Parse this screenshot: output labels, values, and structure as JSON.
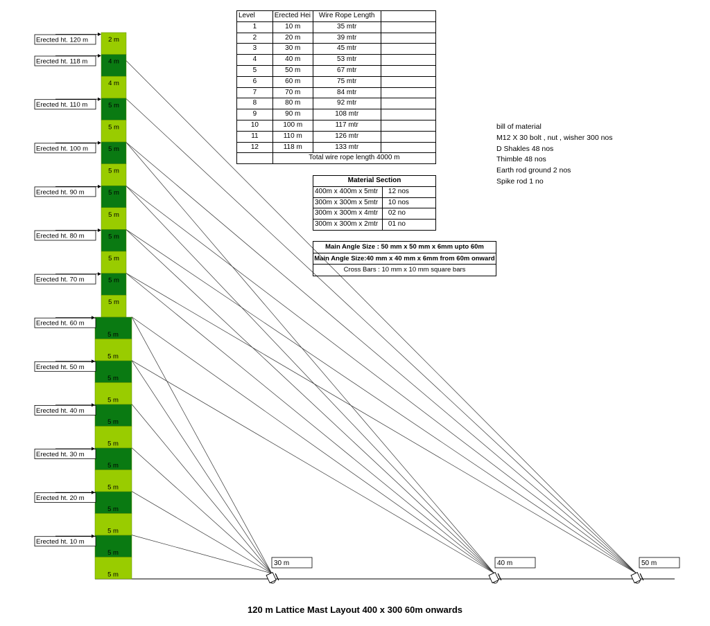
{
  "mast": {
    "upper_segments": [
      {
        "label": "2 m",
        "shade": "light"
      },
      {
        "label": "4 m",
        "shade": "dark"
      },
      {
        "label": "4 m",
        "shade": "light"
      },
      {
        "label": "5 m",
        "shade": "dark"
      },
      {
        "label": "5 m",
        "shade": "light"
      },
      {
        "label": "5 m",
        "shade": "dark"
      },
      {
        "label": "5 m",
        "shade": "light"
      },
      {
        "label": "5 m",
        "shade": "dark"
      },
      {
        "label": "5 m",
        "shade": "light"
      },
      {
        "label": "5 m",
        "shade": "dark"
      },
      {
        "label": "5 m",
        "shade": "light"
      },
      {
        "label": "5 m",
        "shade": "dark"
      },
      {
        "label": "5 m",
        "shade": "light"
      }
    ],
    "lower_segments": [
      {
        "label": "5 m",
        "shade": "dark"
      },
      {
        "label": "5 m",
        "shade": "light"
      },
      {
        "label": "5 m",
        "shade": "dark"
      },
      {
        "label": "5 m",
        "shade": "light"
      },
      {
        "label": "5 m",
        "shade": "dark"
      },
      {
        "label": "5 m",
        "shade": "light"
      },
      {
        "label": "5 m",
        "shade": "dark"
      },
      {
        "label": "5 m",
        "shade": "light"
      },
      {
        "label": "5 m",
        "shade": "dark"
      },
      {
        "label": "5 m",
        "shade": "light"
      },
      {
        "label": "5 m",
        "shade": "dark"
      },
      {
        "label": "5 m",
        "shade": "light"
      }
    ],
    "colors": {
      "dark": "#0a7a12",
      "light": "#99cc00"
    }
  },
  "height_labels": [
    "Erected ht. 120  m",
    "Erected ht. 118  m",
    "Erected ht. 110  m",
    "Erected ht. 100  m",
    "Erected ht. 90  m",
    "Erected ht. 80  m",
    "Erected ht. 70  m",
    "Erected ht. 60  m",
    "Erected ht. 50  m",
    "Erected ht. 40  m",
    "Erected ht. 30  m",
    "Erected ht. 20  m",
    "Erected ht. 10  m"
  ],
  "anchors": [
    {
      "label": "30 m",
      "guys_from_levels_m": [
        10,
        20,
        30,
        40,
        50,
        60
      ]
    },
    {
      "label": "40 m",
      "guys_from_levels_m": [
        50,
        60,
        70,
        80,
        90,
        100
      ]
    },
    {
      "label": "50 m",
      "guys_from_levels_m": [
        70,
        80,
        90,
        100,
        110,
        118
      ]
    }
  ],
  "rope_table": {
    "headers": [
      "Level",
      "Erected Hei",
      "Wire Rope Length",
      ""
    ],
    "rows": [
      [
        "1",
        "10 m",
        "35 mtr",
        ""
      ],
      [
        "2",
        "20 m",
        "39 mtr",
        ""
      ],
      [
        "3",
        "30 m",
        "45 mtr",
        ""
      ],
      [
        "4",
        "40 m",
        "53 mtr",
        ""
      ],
      [
        "5",
        "50 m",
        "67 mtr",
        ""
      ],
      [
        "6",
        "60 m",
        "75 mtr",
        ""
      ],
      [
        "7",
        "70 m",
        "84 mtr",
        ""
      ],
      [
        "8",
        "80 m",
        "92 mtr",
        ""
      ],
      [
        "9",
        "90 m",
        "108 mtr",
        ""
      ],
      [
        "10",
        "100 m",
        "117 mtr",
        ""
      ],
      [
        "11",
        "110 m",
        "126 mtr",
        ""
      ],
      [
        "12",
        "118 m",
        "133 mtr",
        ""
      ]
    ],
    "total": "Total wire rope length 4000 m"
  },
  "material_section": {
    "title": "Material  Section",
    "rows": [
      [
        "400m x 400m x 5mtr",
        "12 nos"
      ],
      [
        "300m x 300m x 5mtr",
        "10 nos"
      ],
      [
        "300m x 300m x 4mtr",
        "02 no"
      ],
      [
        "300m x 300m x 2mtr",
        "01 no"
      ]
    ]
  },
  "angle_spec": {
    "main_angle_1": "Main Angle Size : 50 mm x 50 mm x 6mm upto 60m",
    "main_angle_2": "Main Angle Size:40 mm x 40 mm x 6mm from 60m onward",
    "cross_bars": "Cross Bars : 10 mm x 10 mm square bars"
  },
  "bill_of_material": [
    "bill of material",
    "M12 X 30  bolt , nut  , wisher 300 nos",
    "D Shakles  48 nos",
    "Thimble 48 nos",
    "Earth rod ground 2 nos",
    "Spike rod  1  no"
  ],
  "title": "120 m Lattice Mast Layout 400 x 300 60m onwards"
}
